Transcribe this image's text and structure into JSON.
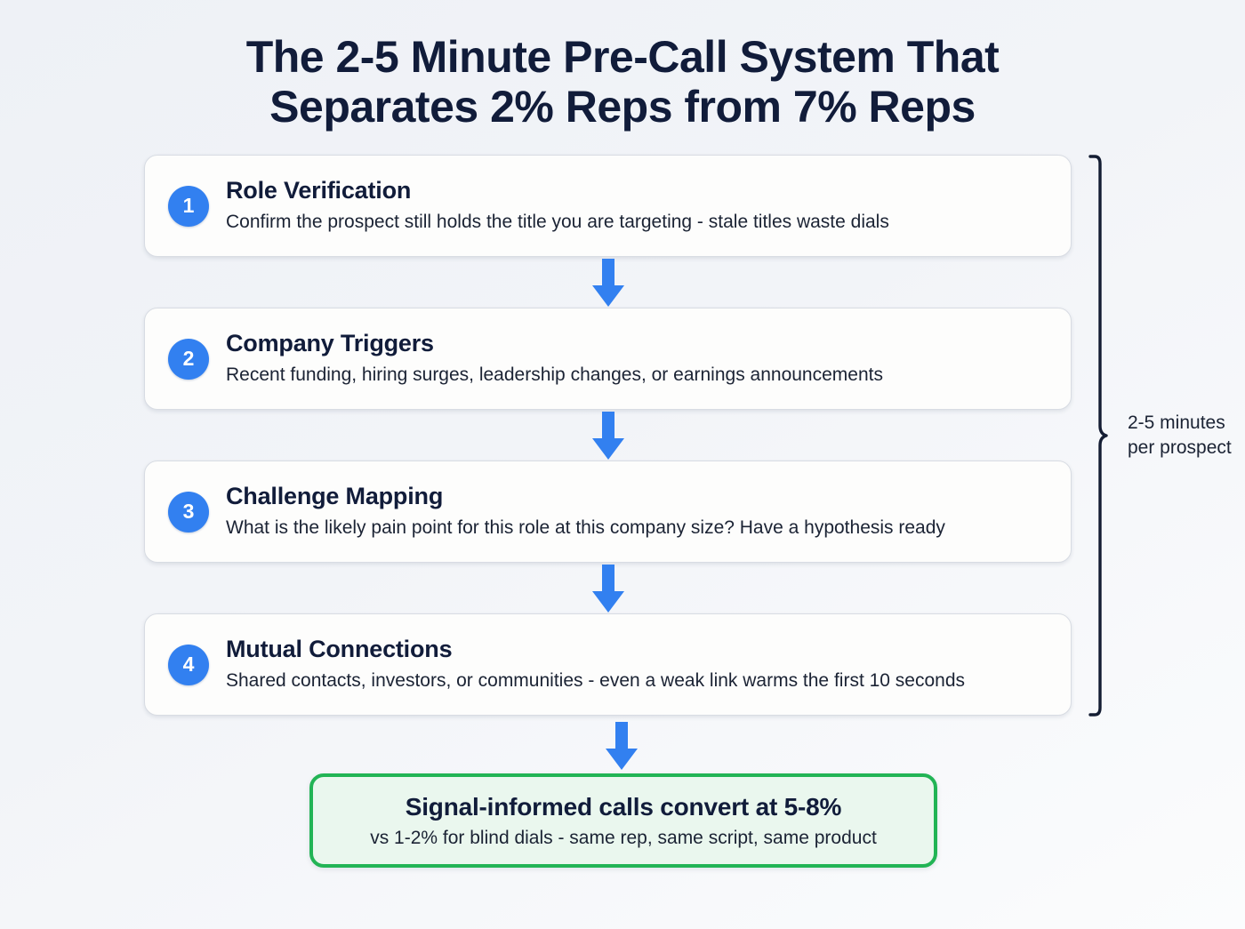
{
  "title": {
    "line1": "The 2-5 Minute Pre-Call System That",
    "line2": "Separates 2% Reps from 7% Reps"
  },
  "steps": [
    {
      "number": "1",
      "title": "Role Verification",
      "description": "Confirm the prospect still holds the title you are targeting - stale titles waste dials"
    },
    {
      "number": "2",
      "title": "Company Triggers",
      "description": "Recent funding, hiring surges, leadership changes, or earnings announcements"
    },
    {
      "number": "3",
      "title": "Challenge Mapping",
      "description": "What is the likely pain point for this role at this company size? Have a hypothesis ready"
    },
    {
      "number": "4",
      "title": "Mutual Connections",
      "description": "Shared contacts, investors, or communities - even a weak link warms the first 10 seconds"
    }
  ],
  "bracket": {
    "label_line1": "2-5 minutes",
    "label_line2": "per prospect"
  },
  "result": {
    "headline": "Signal-informed calls convert at 5-8%",
    "subline": "vs 1-2% for blind dials - same rep, same script, same product"
  },
  "colors": {
    "accent_blue": "#3280f0",
    "heading_navy": "#111c3a",
    "result_green_border": "#22b455",
    "result_green_fill": "#eaf7ee",
    "card_background": "#fdfdfc",
    "card_border": "#d8dce3",
    "page_background": "#eef1f6"
  }
}
